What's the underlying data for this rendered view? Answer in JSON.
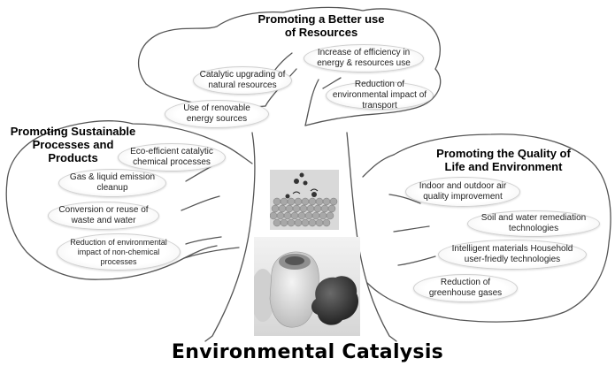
{
  "title": "Environmental Catalysis",
  "groups": {
    "resources": {
      "heading_line1": "Promoting a Better use",
      "heading_line2": "of Resources",
      "items": [
        "Increase of efficiency in energy & resources use",
        "Catalytic upgrading of natural resources",
        "Reduction of environmental impact of transport",
        "Use of renovable energy sources"
      ]
    },
    "sustainable": {
      "heading_line1": "Promoting Sustainable",
      "heading_line2": "Processes and",
      "heading_line3": "Products",
      "items": [
        "Eco-efficient catalytic chemical processes",
        "Gas & liquid emission cleanup",
        "Conversion or reuse of waste and water",
        "Reduction of environmental impact of non-chemical processes"
      ]
    },
    "quality": {
      "heading_line1": "Promoting the Quality of",
      "heading_line2": "Life and Environment",
      "items": [
        "Indoor and outdoor air quality improvement",
        "Soil and water remediation technologies",
        "Intelligent materials Household user-friedly technologies",
        "Reduction of greenhouse gases"
      ]
    }
  }
}
